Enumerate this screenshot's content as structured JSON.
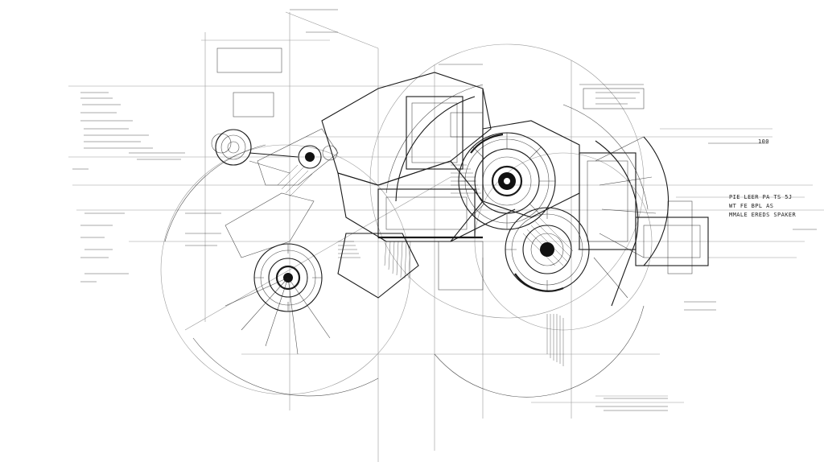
{
  "title_block": {
    "line1": "PIE LEER PA TS 5J",
    "line2": "WT FE BPL AS",
    "line3": "MMALE EREDS SPAKER"
  },
  "corner_tag": "100"
}
